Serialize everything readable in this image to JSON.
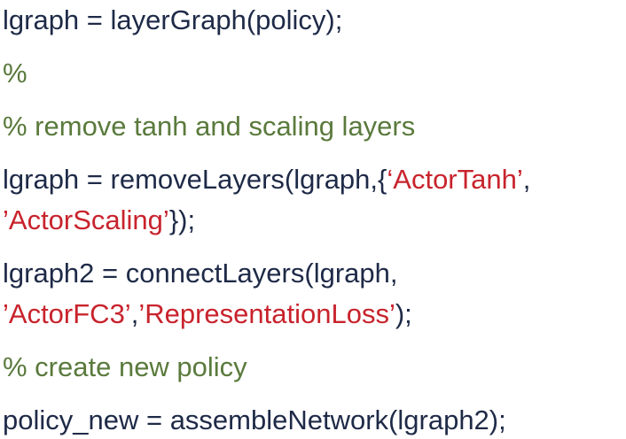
{
  "page": {
    "background": "#ffffff",
    "language": "matlab"
  },
  "palette": {
    "code": "#1e2a47",
    "comment": "#5a7a3c",
    "string": "#c8232c"
  },
  "code": {
    "statements": [
      {
        "lines": [
          [
            {
              "type": "code",
              "text": "lgraph = layerGraph(policy);"
            }
          ]
        ]
      },
      {
        "lines": [
          [
            {
              "type": "comment",
              "text": "%"
            }
          ]
        ]
      },
      {
        "lines": [
          [
            {
              "type": "comment",
              "text": "% remove tanh and scaling layers"
            }
          ]
        ]
      },
      {
        "lines": [
          [
            {
              "type": "code",
              "text": "lgraph = removeLayers(lgraph,{"
            },
            {
              "type": "string",
              "text": "‘ActorTanh’"
            },
            {
              "type": "code",
              "text": ","
            }
          ],
          [
            {
              "type": "string",
              "text": "’ActorScaling’"
            },
            {
              "type": "code",
              "text": "});"
            }
          ]
        ]
      },
      {
        "lines": [
          [
            {
              "type": "code",
              "text": "lgraph2 = connectLayers(lgraph,"
            }
          ],
          [
            {
              "type": "string",
              "text": "’ActorFC3’"
            },
            {
              "type": "code",
              "text": ","
            },
            {
              "type": "string",
              "text": "’RepresentationLoss’"
            },
            {
              "type": "code",
              "text": ");"
            }
          ]
        ]
      },
      {
        "lines": [
          [
            {
              "type": "comment",
              "text": "% create new policy"
            }
          ]
        ]
      },
      {
        "lines": [
          [
            {
              "type": "code",
              "text": "policy_new = assembleNetwork(lgraph2);"
            }
          ]
        ]
      }
    ]
  }
}
